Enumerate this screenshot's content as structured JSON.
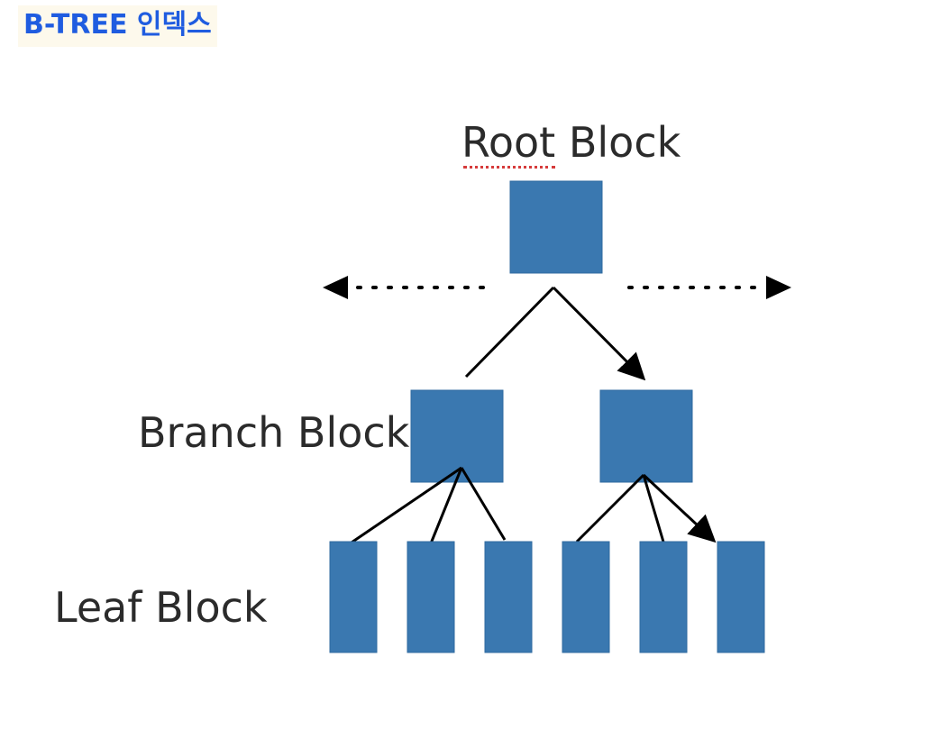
{
  "title": "B-TREE 인덱스",
  "labels": {
    "root": "Root Block",
    "branch": "Branch Block",
    "leaf": "Leaf Block"
  },
  "colors": {
    "title": "#1f5ce0",
    "block": "#3a78b0",
    "line": "#000000"
  }
}
